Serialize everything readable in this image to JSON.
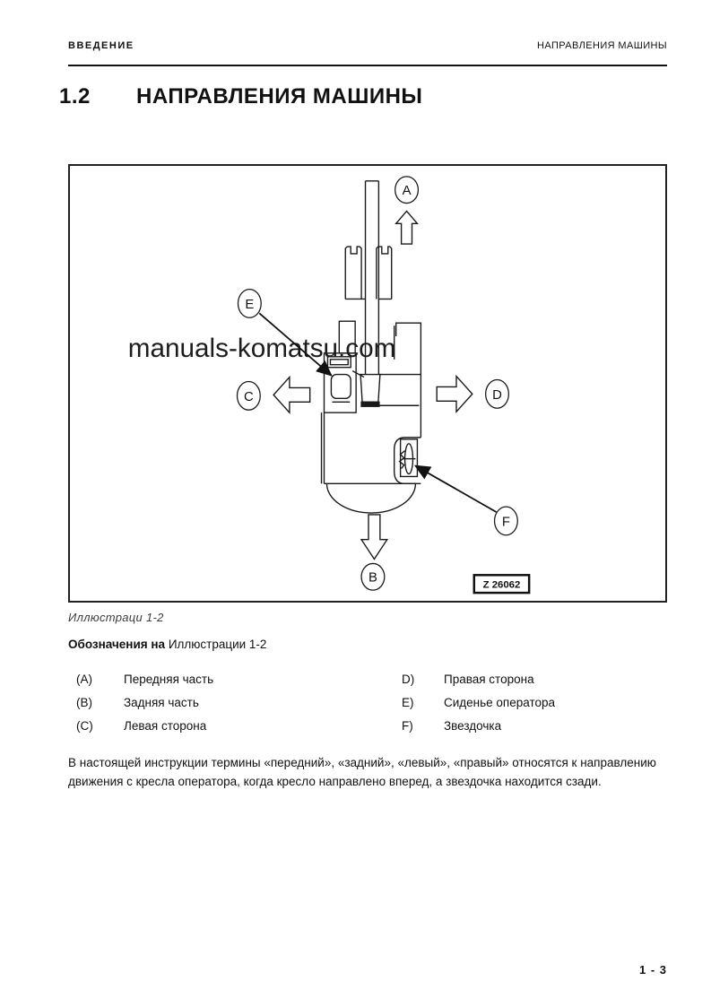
{
  "page": {
    "header_left": "ВВЕДЕНИЕ",
    "header_right": "НАПРАВЛЕНИЯ МАШИНЫ",
    "footer_page": "1 - 3"
  },
  "section": {
    "number": "1.2",
    "title": "НАПРАВЛЕНИЯ МАШИНЫ"
  },
  "figure": {
    "watermark": "manuals-komatsu.com",
    "drawing_number": "Z 26062",
    "caption": "Иллюстраци 1-2",
    "markers": {
      "front": "A",
      "rear": "B",
      "left": "C",
      "right": "D",
      "seat": "E",
      "sprocket": "F"
    }
  },
  "legend": {
    "heading_bold": "Обозначения на",
    "heading_normal": "Иллюстрации 1-2",
    "columns": {
      "left": [
        {
          "key": "(A)",
          "label": "Передняя часть"
        },
        {
          "key": "(B)",
          "label": "Задняя часть"
        },
        {
          "key": "(C)",
          "label": "Левая сторона"
        }
      ],
      "right": [
        {
          "key": "D)",
          "label": "Правая сторона"
        },
        {
          "key": "E)",
          "label": "Сиденье оператора"
        },
        {
          "key": "F)",
          "label": "Звездочка"
        }
      ]
    }
  },
  "body": {
    "paragraph": "В настоящей инструкции термины «передний», «задний», «левый», «правый» относятся к направлению движения с кресла оператора, когда кресло направлено вперед, а звездочка находится сзади."
  }
}
